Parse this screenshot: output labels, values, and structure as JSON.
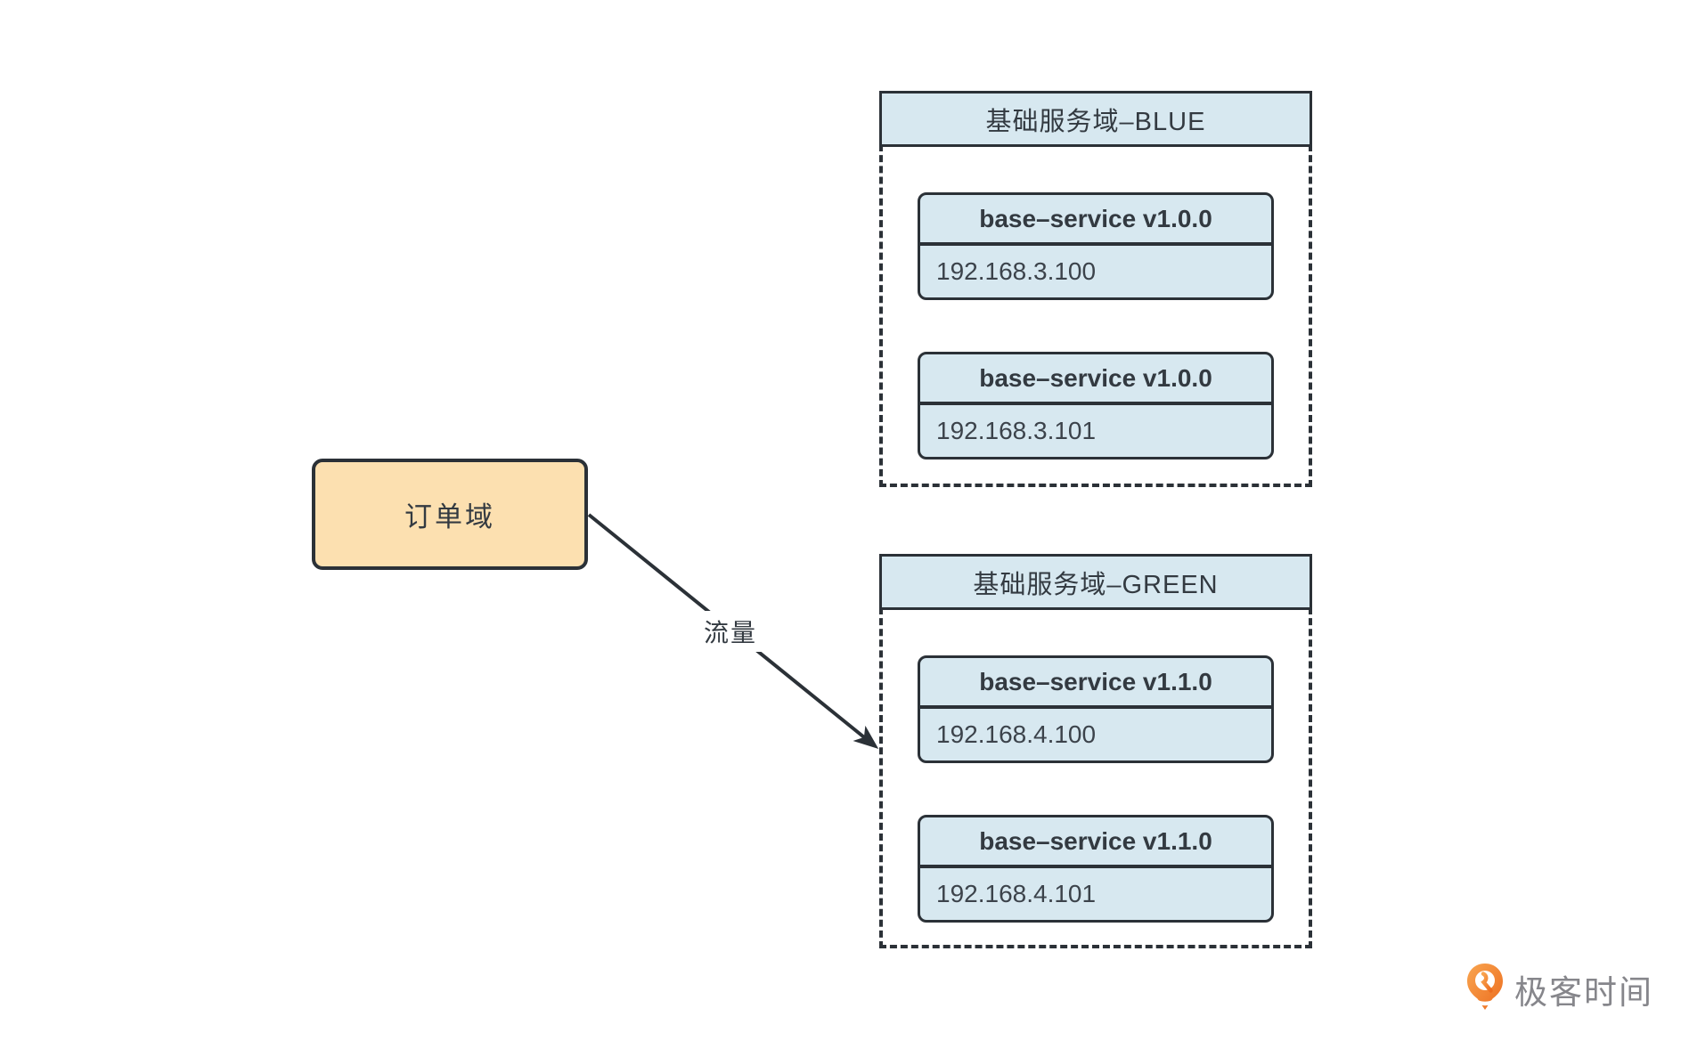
{
  "diagram": {
    "order_domain": {
      "label": "订单域"
    },
    "traffic_arrow": {
      "label": "流量"
    },
    "service_groups": [
      {
        "id": "blue",
        "title": "基础服务域–BLUE",
        "instances": [
          {
            "name": "base–service v1.0.0",
            "ip": "192.168.3.100"
          },
          {
            "name": "base–service v1.0.0",
            "ip": "192.168.3.101"
          }
        ]
      },
      {
        "id": "green",
        "title": "基础服务域–GREEN",
        "instances": [
          {
            "name": "base–service v1.1.0",
            "ip": "192.168.4.100"
          },
          {
            "name": "base–service v1.1.0",
            "ip": "192.168.4.101"
          }
        ]
      }
    ]
  },
  "branding": {
    "logo_text": "极客时间",
    "logo_icon": "geektime-logo-icon"
  },
  "colors": {
    "box_fill_blue": "#d7e8f0",
    "box_fill_orange": "#fce0b0",
    "stroke_dark": "#2b3137",
    "logo_orange": "#ef7b28",
    "logo_text_gray": "#86868b",
    "background": "#ffffff"
  }
}
